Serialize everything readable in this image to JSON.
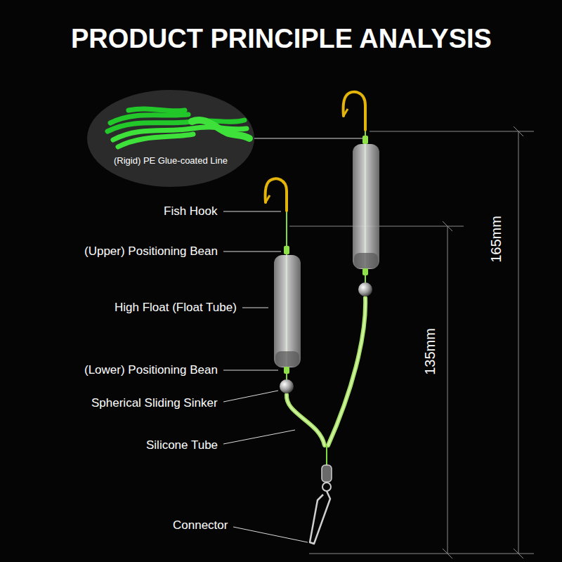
{
  "diagram": {
    "title": "PRODUCT PRINCIPLE ANALYSIS",
    "nodes": [
      {
        "text": [
          "(Rigid) PE Glue-coated Line"
        ]
      }
    ],
    "labels": [
      "Fish Hook",
      "(Upper) Positioning Bean",
      "High Float (Float Tube)",
      "(Lower) Positioning Bean",
      "Spherical Sliding Sinker",
      "Silicone Tube",
      "Connector",
      "165mm",
      "135mm"
    ]
  }
}
